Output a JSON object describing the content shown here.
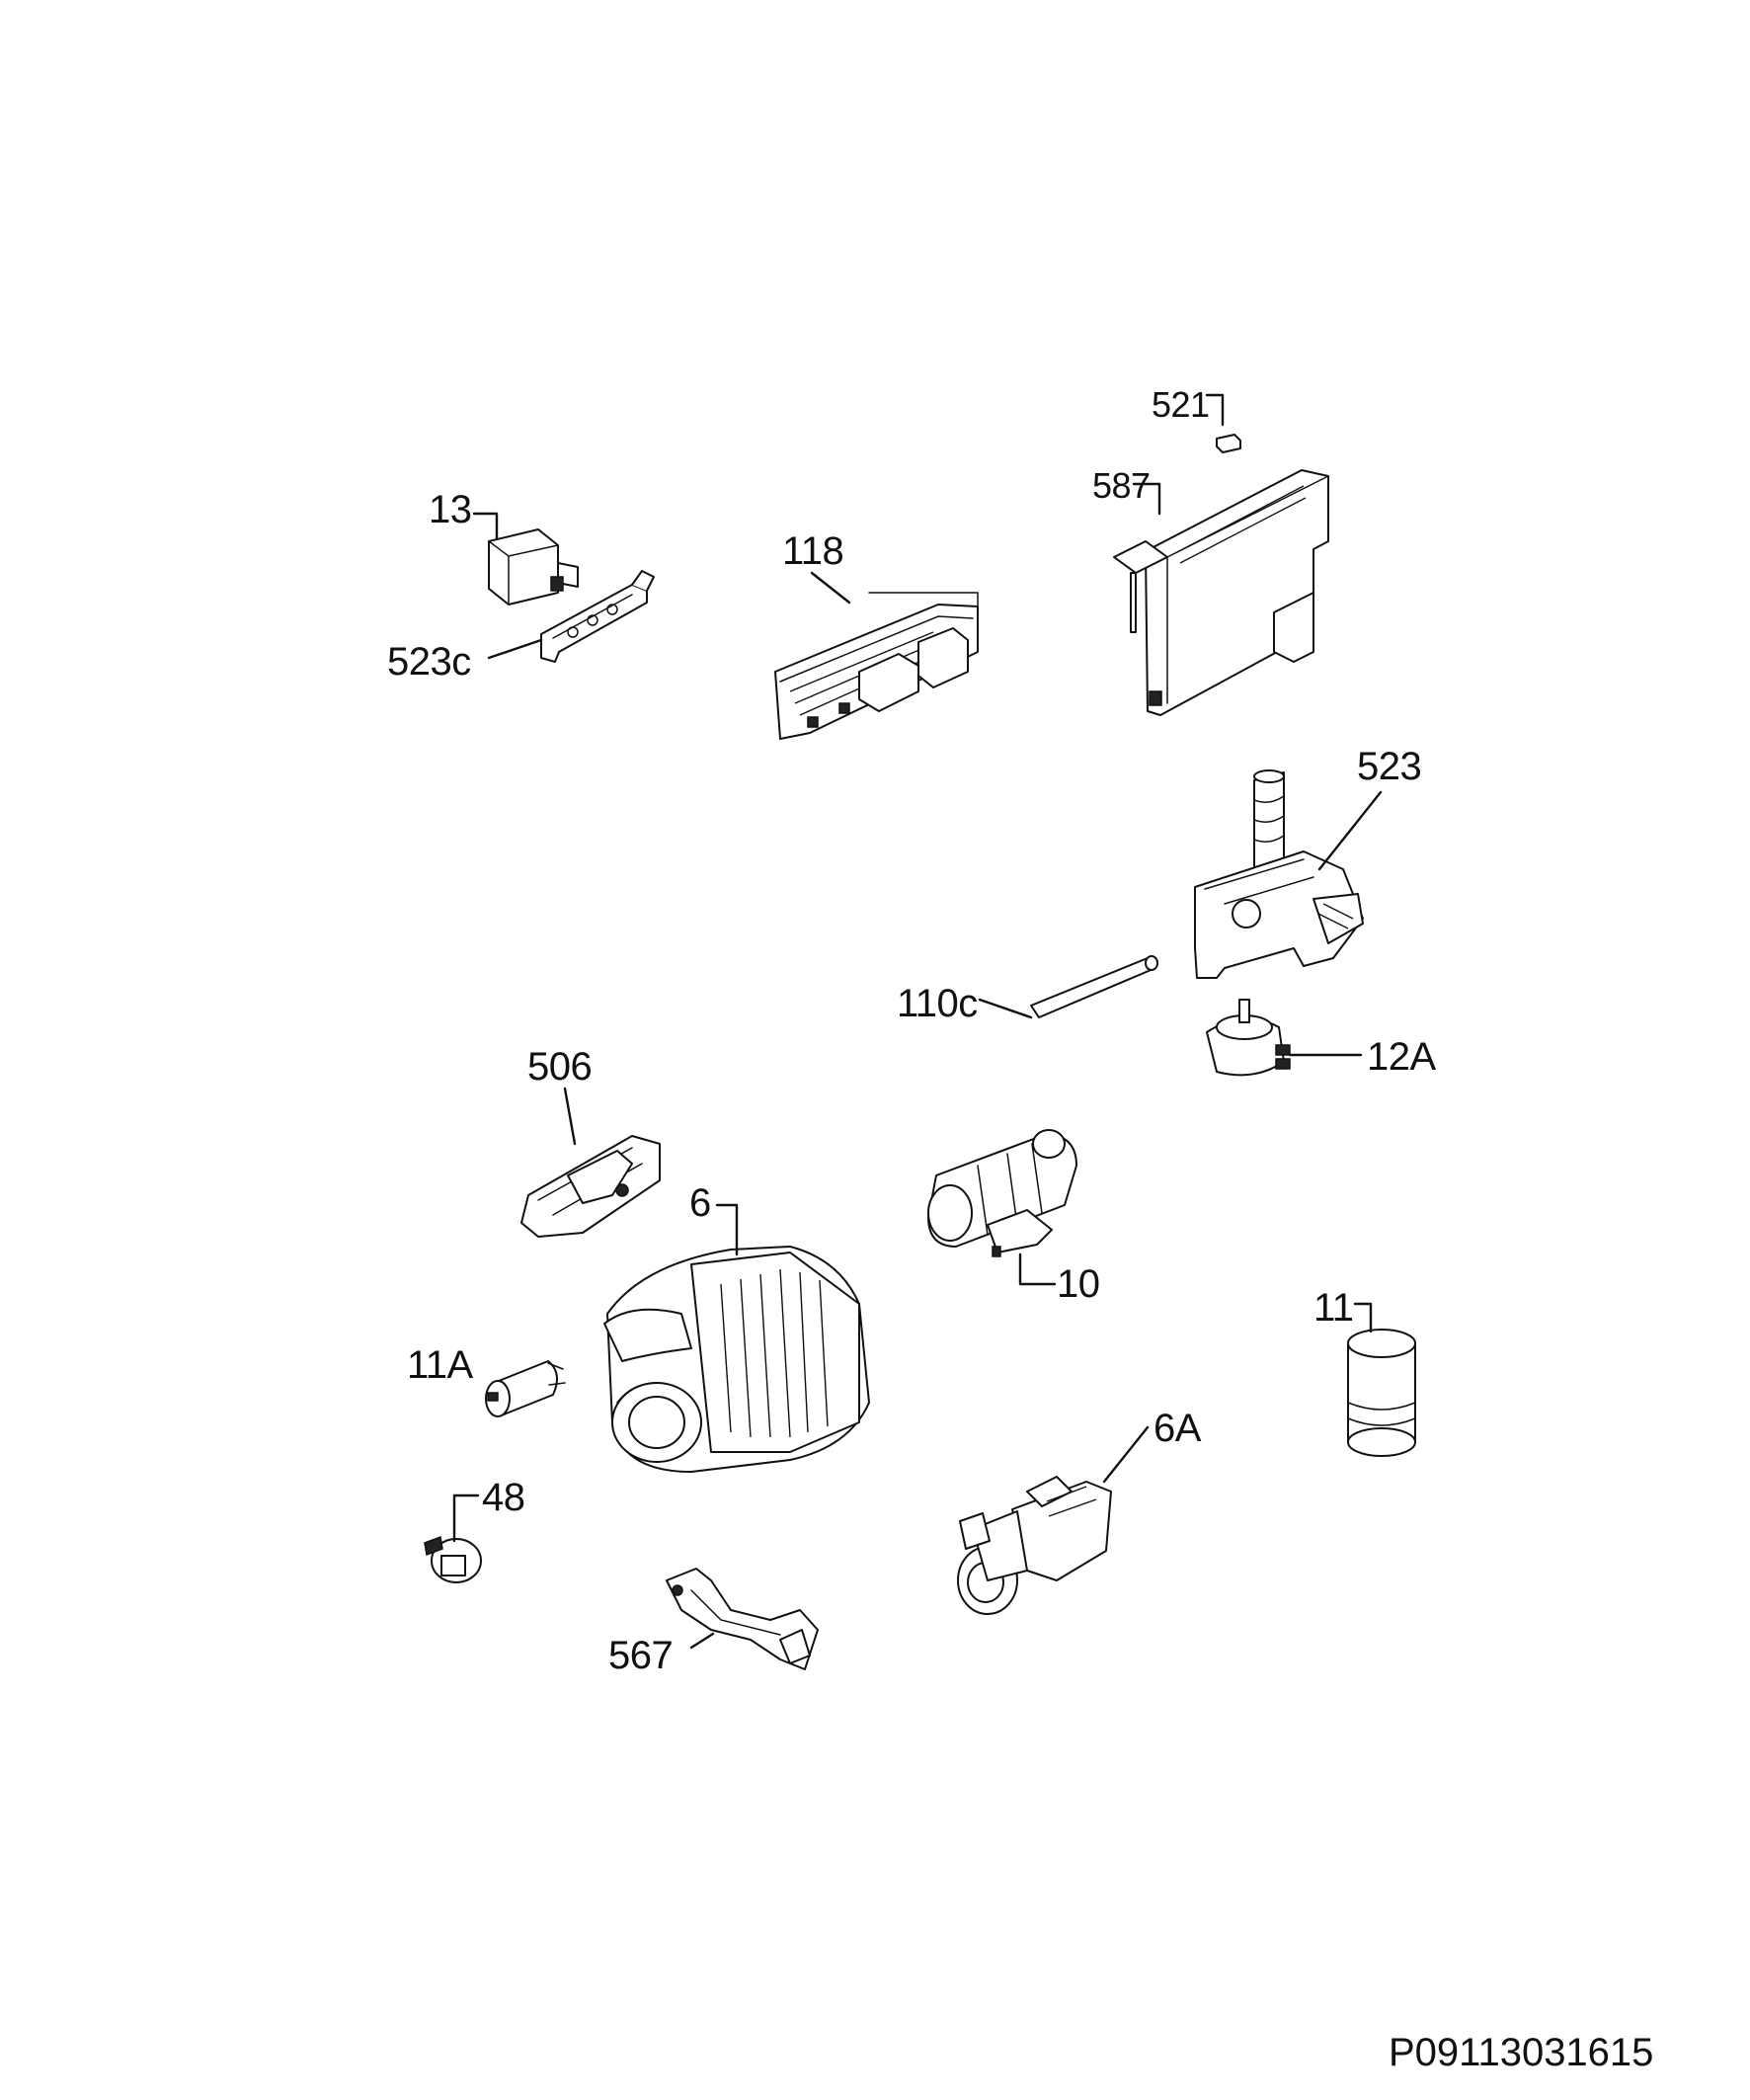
{
  "diagram": {
    "drawing_id": "P09113031615",
    "callouts": {
      "c13": "13",
      "c523c": "523c",
      "c118": "118",
      "c521": "521",
      "c587": "587",
      "c523": "523",
      "c110c": "110c",
      "c12a": "12A",
      "c506": "506",
      "c6": "6",
      "c10": "10",
      "c11": "11",
      "c11a": "11A",
      "c6a": "6A",
      "c48": "48",
      "c567": "567"
    }
  }
}
